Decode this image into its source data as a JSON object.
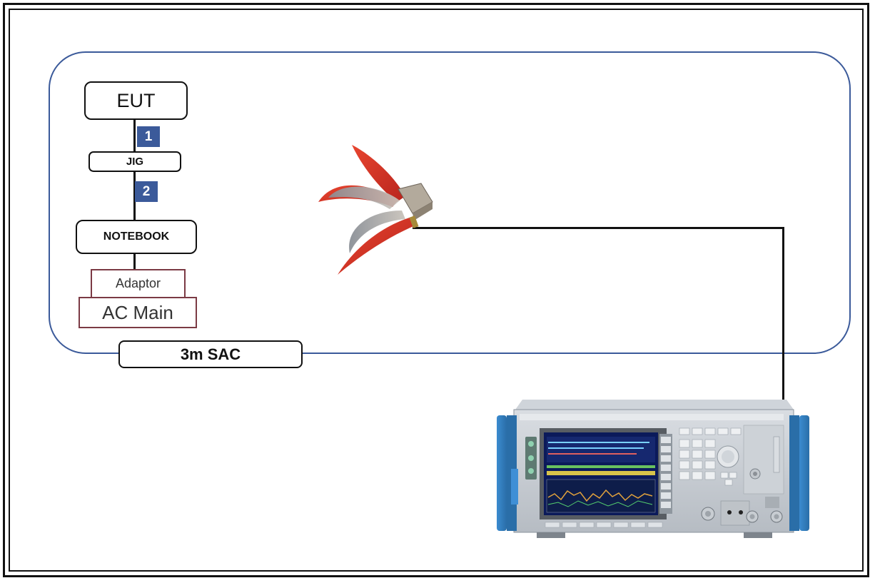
{
  "diagram": {
    "nodes": {
      "eut": "EUT",
      "jig": "JIG",
      "notebook": "NOTEBOOK",
      "adaptor": "Adaptor",
      "ac_main": "AC Main",
      "chamber": "3m SAC"
    },
    "cables": {
      "cable_1": "1",
      "cable_2": "2"
    },
    "colors": {
      "chamber_border": "#3b5a9a",
      "cable_badge": "#3b5a9a",
      "power_box_border": "#7b3a44",
      "antenna": "#d63a2f"
    },
    "images": {
      "antenna": "log-periodic-antenna-icon",
      "receiver": "emi-test-receiver-icon"
    }
  }
}
